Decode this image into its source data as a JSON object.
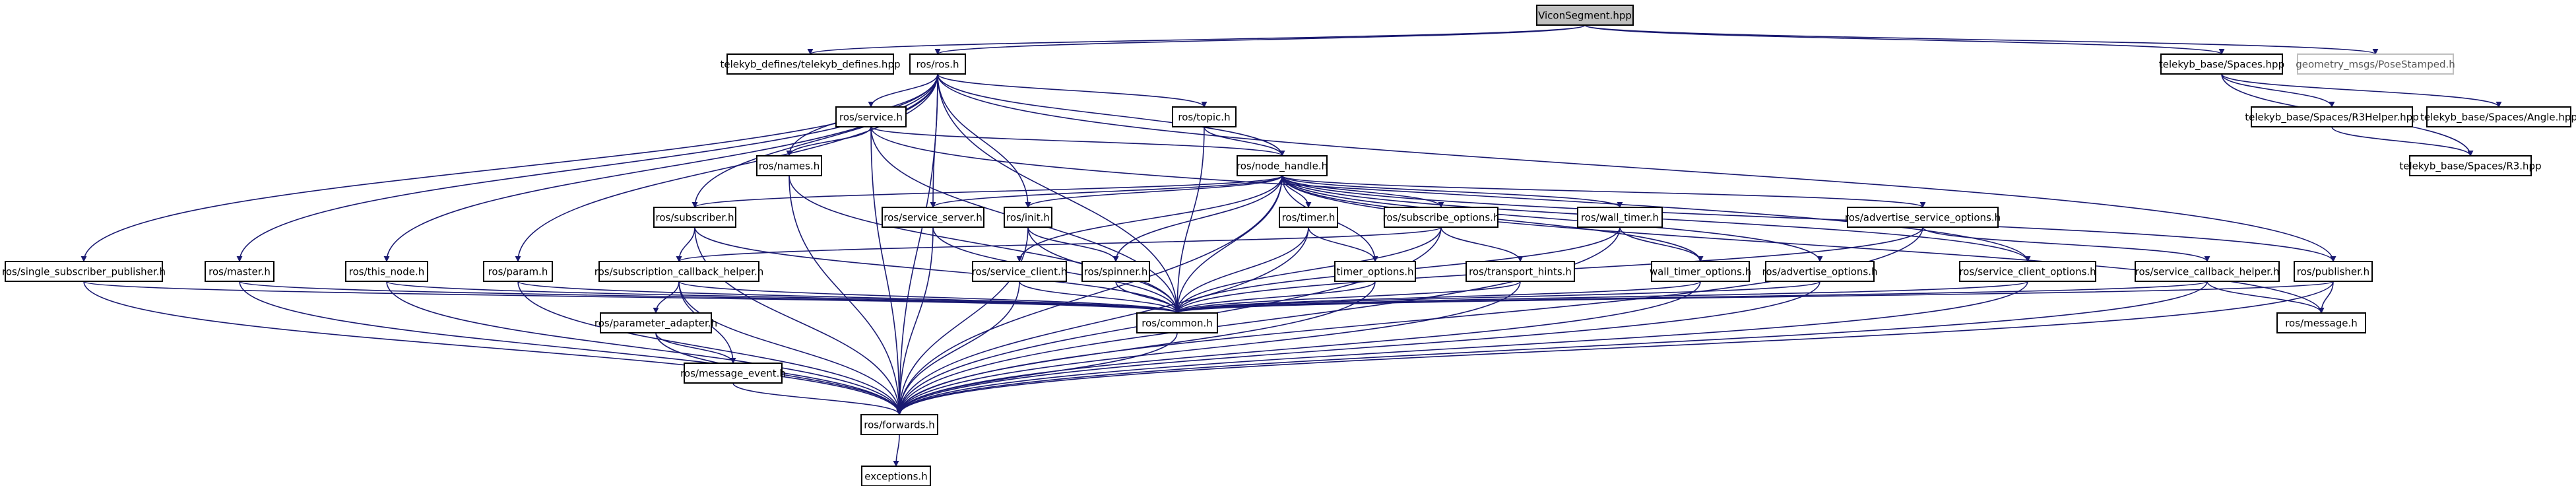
{
  "diagram": {
    "type": "include-dependency-graph",
    "colors": {
      "edge": "#191970",
      "root_fill": "#bfbfbf",
      "border": "#000000",
      "external_border": "#bfbfbf",
      "background": "#ffffff"
    },
    "nodes": [
      {
        "id": "vicon",
        "label": "ViconSegment.hpp",
        "kind": "root"
      },
      {
        "id": "telekyb_defines",
        "label": "telekyb_defines/telekyb_defines.hpp"
      },
      {
        "id": "ros_h",
        "label": "ros/ros.h"
      },
      {
        "id": "spaces",
        "label": "telekyb_base/Spaces.hpp"
      },
      {
        "id": "posestamped",
        "label": "geometry_msgs/PoseStamped.h",
        "kind": "external"
      },
      {
        "id": "service",
        "label": "ros/service.h"
      },
      {
        "id": "topic",
        "label": "ros/topic.h"
      },
      {
        "id": "r3helper",
        "label": "telekyb_base/Spaces/R3Helper.hpp"
      },
      {
        "id": "angle",
        "label": "telekyb_base/Spaces/Angle.hpp"
      },
      {
        "id": "names",
        "label": "ros/names.h"
      },
      {
        "id": "node_handle",
        "label": "ros/node_handle.h"
      },
      {
        "id": "r3",
        "label": "telekyb_base/Spaces/R3.hpp"
      },
      {
        "id": "subscriber",
        "label": "ros/subscriber.h"
      },
      {
        "id": "service_server",
        "label": "ros/service_server.h"
      },
      {
        "id": "init",
        "label": "ros/init.h"
      },
      {
        "id": "timer",
        "label": "ros/timer.h"
      },
      {
        "id": "subscribe_options",
        "label": "ros/subscribe_options.h"
      },
      {
        "id": "wall_timer",
        "label": "ros/wall_timer.h"
      },
      {
        "id": "advertise_service_options",
        "label": "ros/advertise_service_options.h"
      },
      {
        "id": "single_subscriber_publisher",
        "label": "ros/single_subscriber_publisher.h"
      },
      {
        "id": "master",
        "label": "ros/master.h"
      },
      {
        "id": "this_node",
        "label": "ros/this_node.h"
      },
      {
        "id": "param",
        "label": "ros/param.h"
      },
      {
        "id": "subscription_callback_helper",
        "label": "ros/subscription_callback_helper.h"
      },
      {
        "id": "service_client",
        "label": "ros/service_client.h"
      },
      {
        "id": "spinner",
        "label": "ros/spinner.h"
      },
      {
        "id": "timer_options",
        "label": "timer_options.h"
      },
      {
        "id": "transport_hints",
        "label": "ros/transport_hints.h"
      },
      {
        "id": "wall_timer_options",
        "label": "wall_timer_options.h"
      },
      {
        "id": "advertise_options",
        "label": "ros/advertise_options.h"
      },
      {
        "id": "service_client_options",
        "label": "ros/service_client_options.h"
      },
      {
        "id": "service_callback_helper",
        "label": "ros/service_callback_helper.h"
      },
      {
        "id": "publisher",
        "label": "ros/publisher.h"
      },
      {
        "id": "common",
        "label": "ros/common.h"
      },
      {
        "id": "message",
        "label": "ros/message.h"
      },
      {
        "id": "parameter_adapter",
        "label": "ros/parameter_adapter.h"
      },
      {
        "id": "message_event",
        "label": "ros/message_event.h"
      },
      {
        "id": "forwards",
        "label": "ros/forwards.h"
      },
      {
        "id": "exceptions",
        "label": "exceptions.h"
      }
    ]
  }
}
